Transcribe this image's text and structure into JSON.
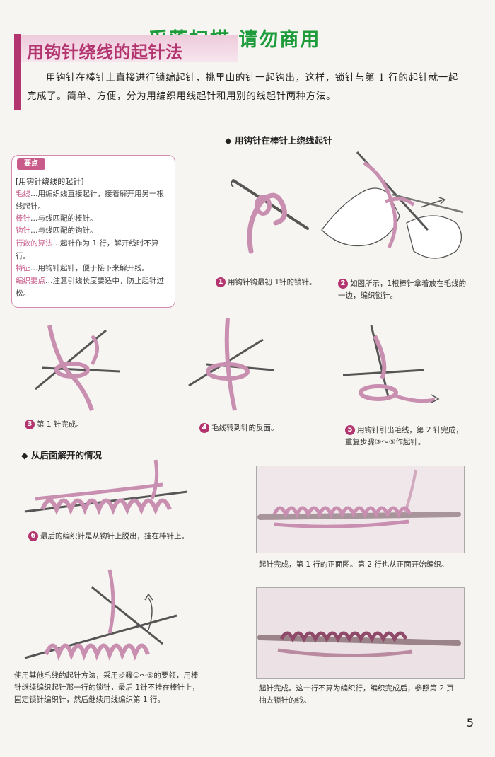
{
  "watermark": "采莲扫描  请勿商用",
  "title": "用钩针绕线的起针法",
  "intro": "用钩针在棒针上直接进行锁编起针，挑里山的针一起钩出，这样，锁针与第 1 行的起针就一起完成了。简单、方便，分为用编织用线起针和用别的线起针两种方法。",
  "section1": "◆ 用钩针在棒针上绕线起针",
  "keypoint": {
    "tab": "要点",
    "heading": "[用钩针绕线的起针]",
    "rows": [
      {
        "term": "毛线",
        "text": "…用编织线直接起针，接着解开用另一根线起针。"
      },
      {
        "term": "棒针",
        "text": "…与线匹配的棒针。"
      },
      {
        "term": "钩针",
        "text": "…与线匹配的钩针。"
      },
      {
        "term": "行数的算法",
        "text": "…起针作为 1 行，解开线时不算行。"
      },
      {
        "term": "特征",
        "text": "…用钩针起针，便于接下来解开线。"
      },
      {
        "term": "编织要点",
        "text": "…注意引线长度要适中，防止起针过松。"
      }
    ]
  },
  "steps": [
    {
      "num": "1",
      "text": "用钩针钩最初 1针的锁针。"
    },
    {
      "num": "2",
      "text": "如图所示，1根棒针拿着放在毛线的一边，编织锁针。"
    },
    {
      "num": "3",
      "text": "第 1 针完成。"
    },
    {
      "num": "4",
      "text": "毛线转到针的反面。"
    },
    {
      "num": "5",
      "text": "用钩针引出毛线，第 2 针完成，重复步骤③～⑤作起针。"
    },
    {
      "num": "6",
      "text": "最后的编织针是从钩针上脱出，挂在棒针上。"
    }
  ],
  "section2": "◆ 从后面解开的情况",
  "photo1_caption": "起针完成，第 1 行的正面图。第 2 行也从正面开始编织。",
  "photo2_caption": "起针完成。这一行不算为编织行，编织完成后，参照第 2 页抽去锁针的线。",
  "other_method_caption": "使用其他毛线的起针方法，采用步骤①～⑤的要领，用棒针继续编织起针那一行的锁针，最后 1针不挂在棒针上，固定锁针编织针，然后继续用线编织第 1 行。",
  "page_number": "5",
  "colors": {
    "accent": "#b3356f",
    "yarn": "#c98fb0",
    "watermark": "#1e9b3a"
  }
}
